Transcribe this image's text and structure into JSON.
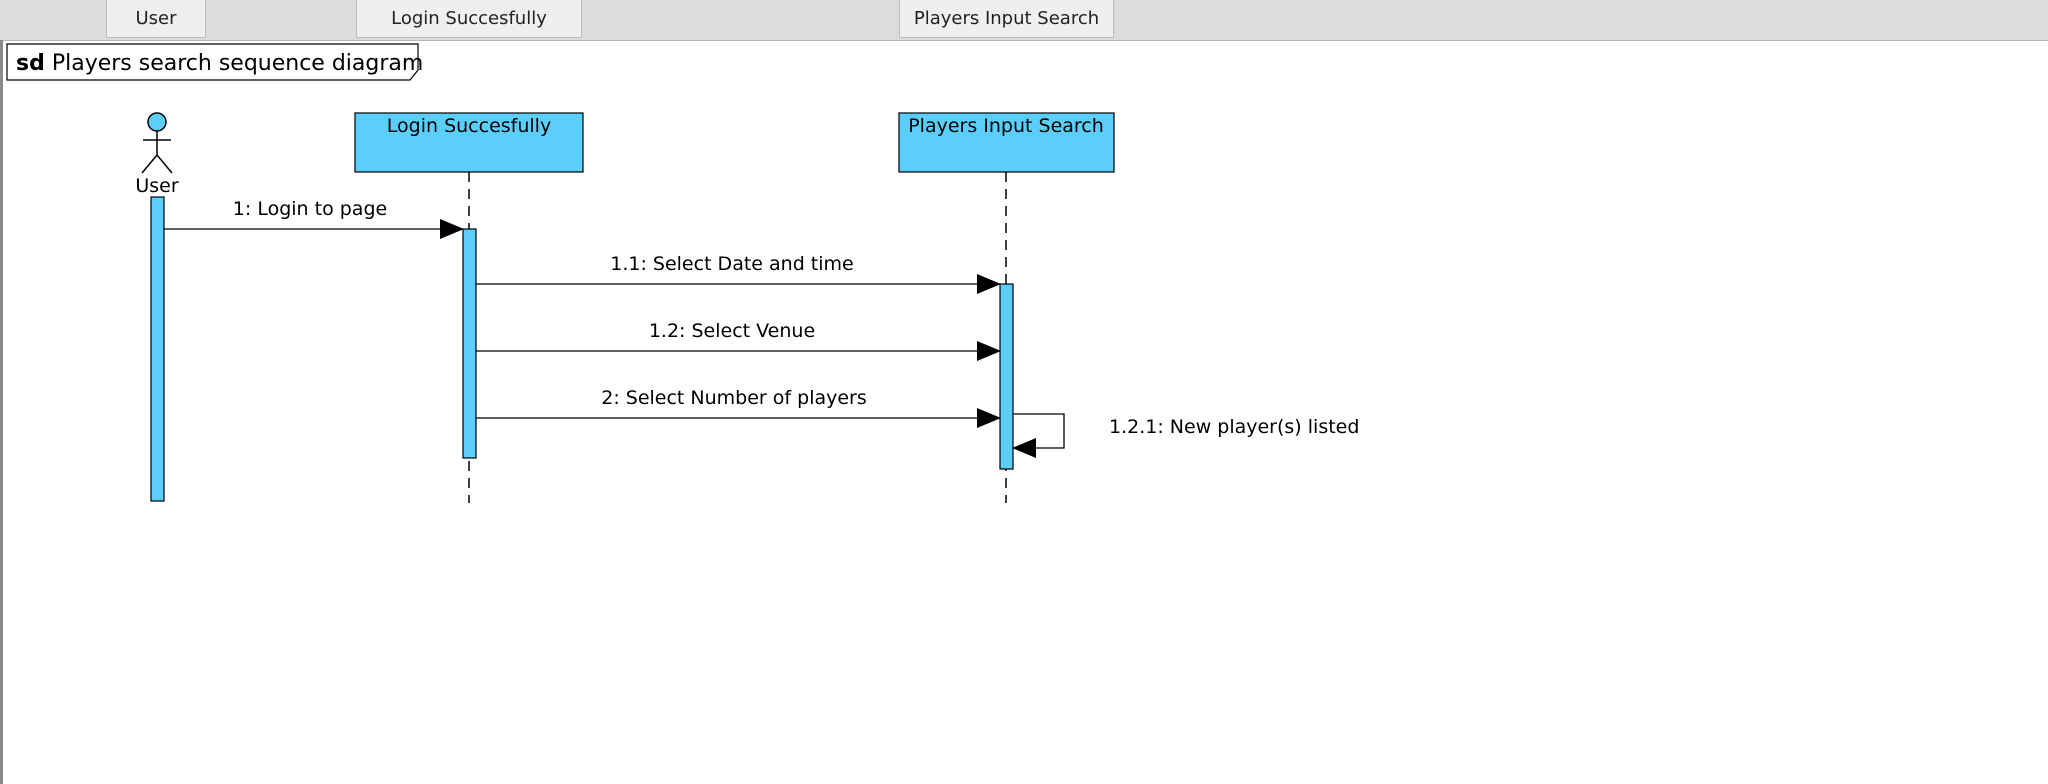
{
  "header": {
    "tabs": [
      {
        "label": "User"
      },
      {
        "label": "Login Succesfully"
      },
      {
        "label": "Players Input Search"
      }
    ]
  },
  "frame": {
    "keyword": "sd",
    "title": "Players search sequence diagram"
  },
  "lifelines": [
    {
      "label": "User",
      "kind": "actor"
    },
    {
      "label": "Login Succesfully",
      "kind": "object"
    },
    {
      "label": "Players Input Search",
      "kind": "object"
    }
  ],
  "messages": [
    {
      "label": "1: Login to page"
    },
    {
      "label": "1.1: Select Date and time"
    },
    {
      "label": "1.2: Select Venue"
    },
    {
      "label": "2: Select Number of players"
    },
    {
      "label": "1.2.1: New player(s) listed"
    }
  ],
  "colors": {
    "lifeline_fill": "#5bcefa",
    "stroke": "#000000",
    "header_bg": "#dcdcdc"
  }
}
